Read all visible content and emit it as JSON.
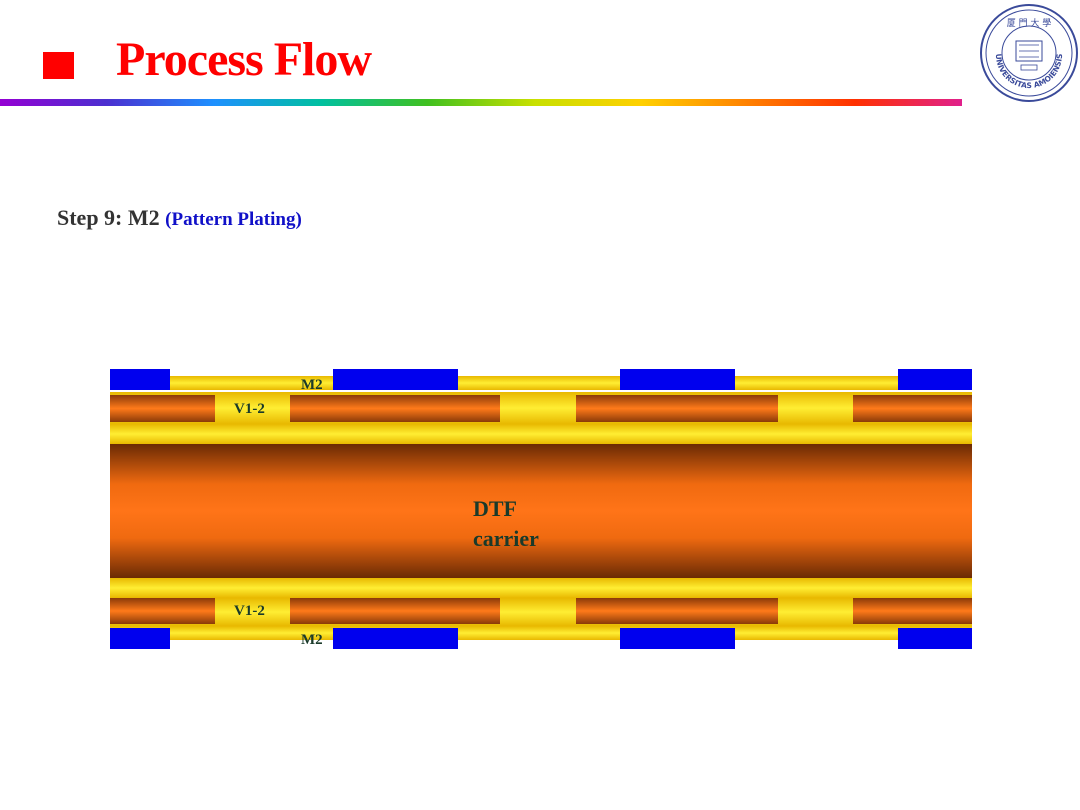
{
  "header": {
    "title": "Process Flow",
    "title_color": "#ff0000"
  },
  "logo": {
    "name": "university-seal",
    "text": "UNIVERSITAS AMOIENSIS",
    "chinese": "厦 門 大 學"
  },
  "step": {
    "label": "Step 9: M2",
    "sublabel": "(Pattern Plating)"
  },
  "diagram": {
    "labels": {
      "m2_top": "M2",
      "v12_top": "V1-2",
      "core_line1": "DTF",
      "core_line2": "carrier",
      "v12_bottom": "V1-2",
      "m2_bottom": "M2"
    },
    "colors": {
      "photoresist": "#0000ee",
      "copper": "#ffd700",
      "dielectric": "#e86010"
    }
  }
}
